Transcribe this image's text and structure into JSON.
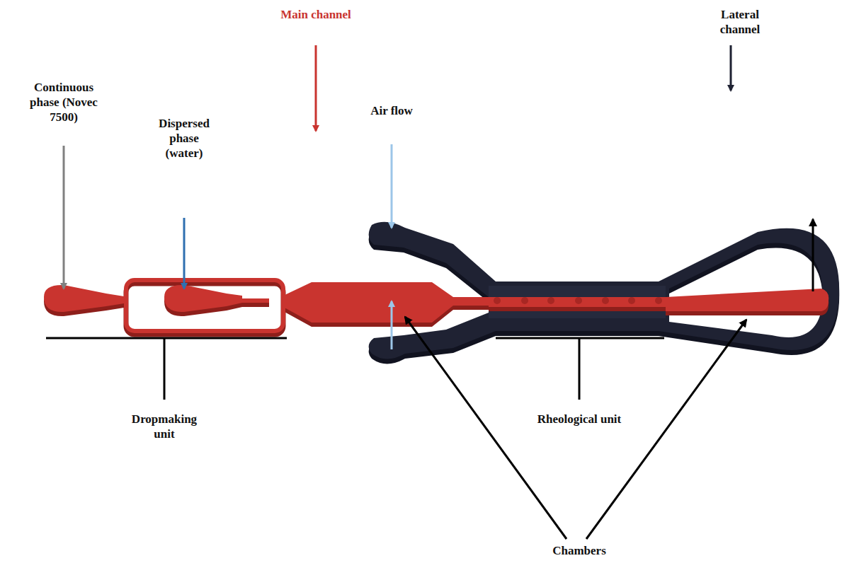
{
  "diagram": {
    "labels": [
      "Main channel",
      "Lateral channel",
      "Continuous phase (Novec 7500)",
      "Air flow",
      "Dispersed phase (water)",
      "Dropmaking unit",
      "Rheological unit",
      "Chambers"
    ]
  }
}
